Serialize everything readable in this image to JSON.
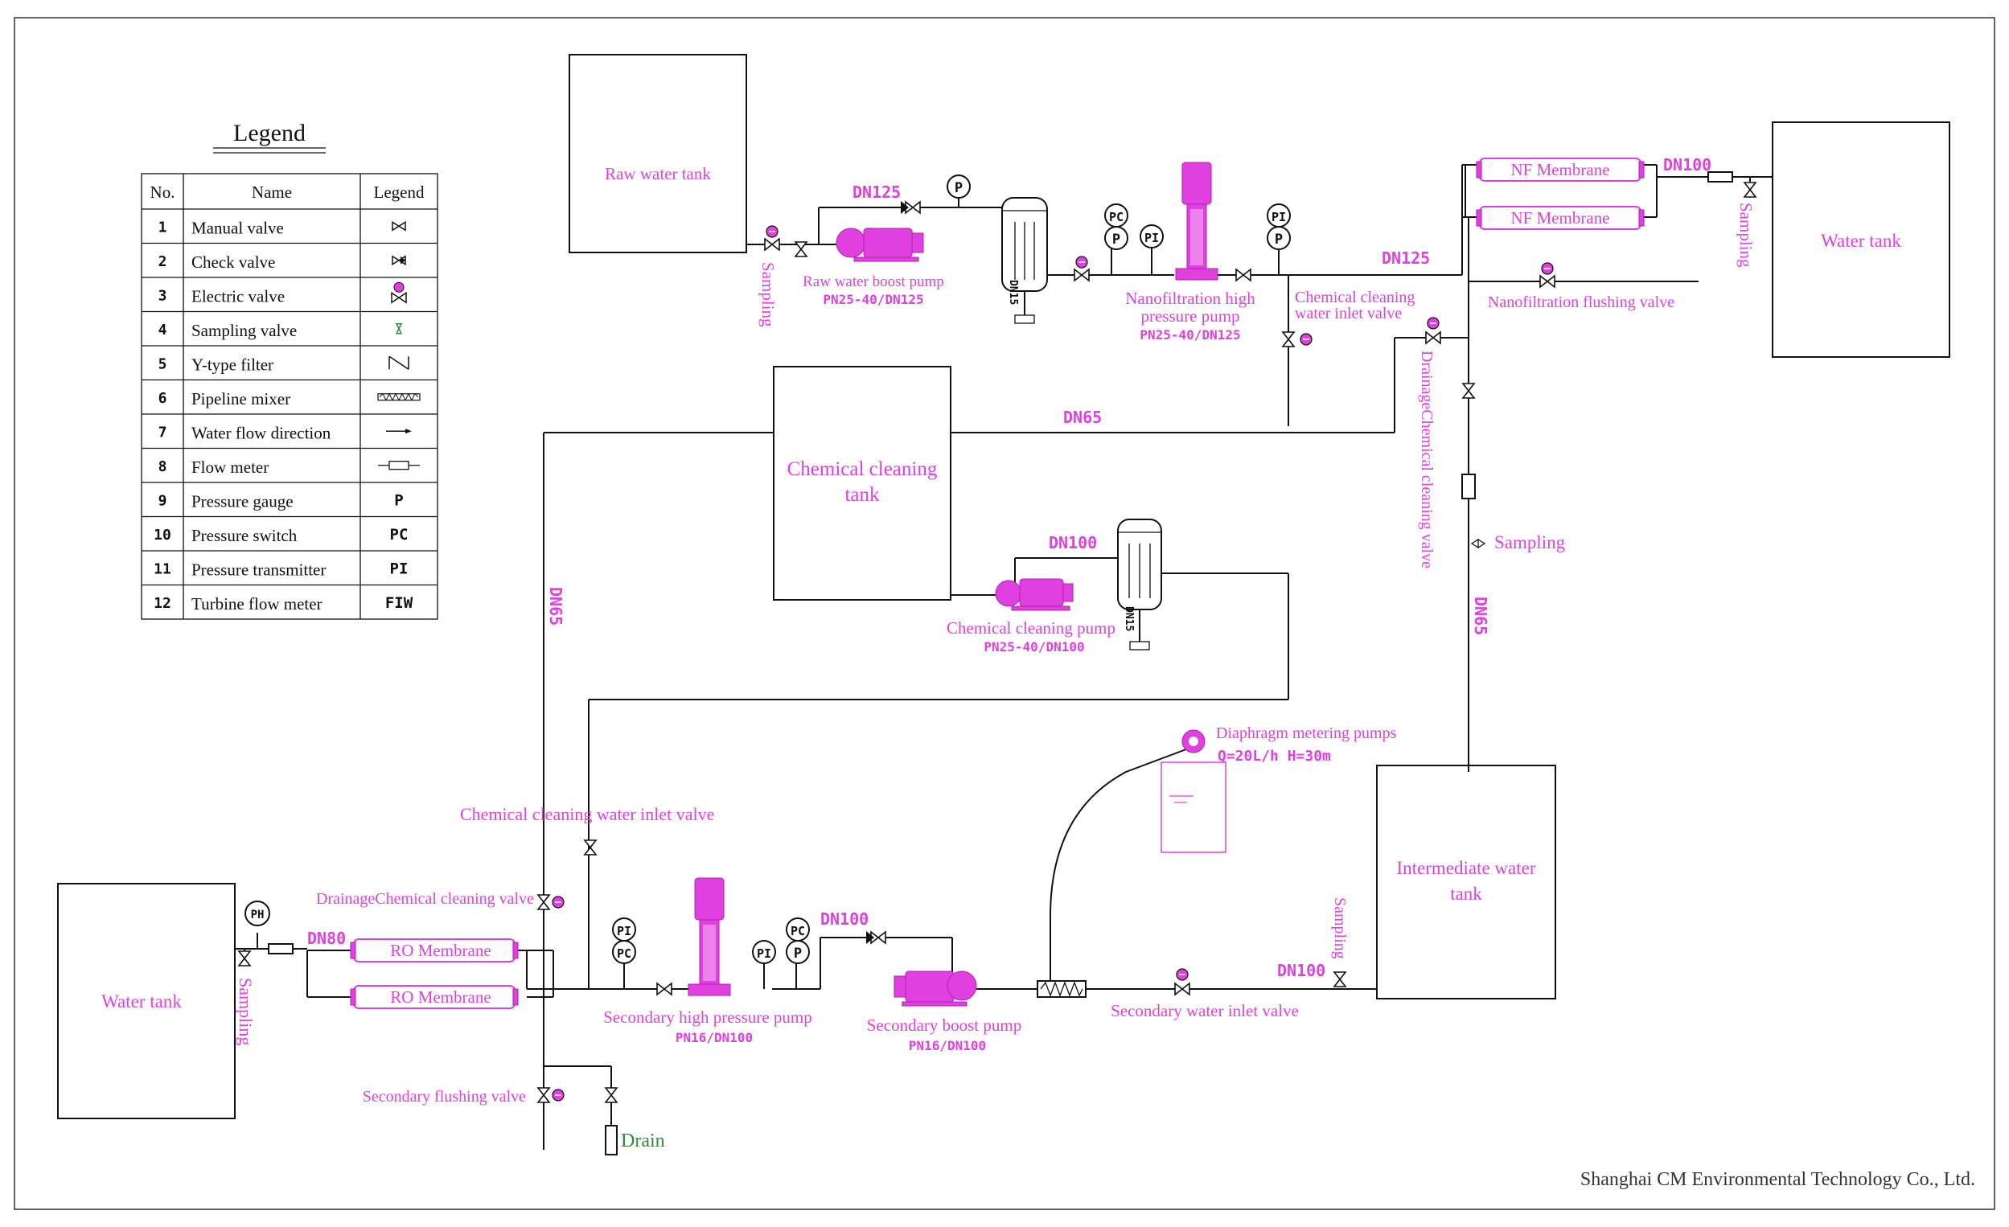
{
  "legend": {
    "title": "Legend",
    "headers": [
      "No.",
      "Name",
      "Legend"
    ],
    "rows": [
      {
        "no": "1",
        "name": "Manual valve",
        "sym": ""
      },
      {
        "no": "2",
        "name": "Check valve",
        "sym": ""
      },
      {
        "no": "3",
        "name": "Electric valve",
        "sym": ""
      },
      {
        "no": "4",
        "name": "Sampling valve",
        "sym": ""
      },
      {
        "no": "5",
        "name": "Y-type filter",
        "sym": ""
      },
      {
        "no": "6",
        "name": "Pipeline mixer",
        "sym": ""
      },
      {
        "no": "7",
        "name": "Water flow direction",
        "sym": ""
      },
      {
        "no": "8",
        "name": "Flow meter",
        "sym": ""
      },
      {
        "no": "9",
        "name": "Pressure gauge",
        "sym": "P"
      },
      {
        "no": "10",
        "name": "Pressure switch",
        "sym": "PC"
      },
      {
        "no": "11",
        "name": "Pressure transmitter",
        "sym": "PI"
      },
      {
        "no": "12",
        "name": "Turbine flow meter",
        "sym": "FIW"
      }
    ]
  },
  "tanks": {
    "raw_water": "Raw water tank",
    "water_top_right": "Water tank",
    "chemical_line1": "Chemical cleaning",
    "chemical_line2": "tank",
    "intermediate_line1": "Intermediate water",
    "intermediate_line2": "tank",
    "water_bottom_left": "Water tank",
    "metering_tank": ""
  },
  "membranes": {
    "nf1": "NF Membrane",
    "nf2": "NF Membrane",
    "ro1": "RO Membrane",
    "ro2": "RO Membrane"
  },
  "labels": {
    "sampling_1": "Sampling",
    "raw_pump": "Raw water boost pump",
    "raw_pump_spec": "PN25-40/DN125",
    "dn125_a": "DN125",
    "dn15_a": "DN15",
    "nf_pump_1": "Nanofiltration high",
    "nf_pump_2": "pressure pump",
    "nf_pump_spec": "PN25-40/DN125",
    "chem_inlet_1": "Chemical cleaning",
    "chem_inlet_2": "water inlet valve",
    "dn125_b": "DN125",
    "dn100_a": "DN100",
    "sampling_2": "Sampling",
    "nf_flush": "Nanofiltration flushing valve",
    "drain_chem_vertical": "DrainageChemical cleaning valve",
    "dn65_a": "DN65",
    "sampling_3": "Sampling",
    "dn65_b": "DN65",
    "dn100_b": "DN100",
    "dn15_b": "DN15",
    "chem_pump": "Chemical cleaning pump",
    "chem_pump_spec": "PN25-40/DN100",
    "dn65_c": "DN65",
    "diaphragm_1": "Diaphragm metering pumps",
    "diaphragm_2": "Q=20L/h  H=30m",
    "chem_inlet_bottom": "Chemical cleaning water inlet valve",
    "drain_chem_bottom": "DrainageChemical cleaning valve",
    "dn80": "DN80",
    "sampling_4": "Sampling",
    "sec_hp_pump": "Secondary high pressure pump",
    "sec_hp_spec": "PN16/DN100",
    "dn100_c": "DN100",
    "sec_boost": "Secondary boost pump",
    "sec_boost_spec": "PN16/DN100",
    "sec_inlet": "Secondary water inlet valve",
    "dn100_d": "DN100",
    "sampling_5": "Sampling",
    "sec_flush": "Secondary flushing valve",
    "drain": "Drain",
    "company": "Shanghai CM Environmental Technology Co., Ltd."
  },
  "gauges": {
    "P": "P",
    "PC": "PC",
    "PI": "PI",
    "PH": "PH"
  },
  "colors": {
    "equipment": "#e040e0",
    "lines": "#111111",
    "drain": "#2e8b3a"
  }
}
